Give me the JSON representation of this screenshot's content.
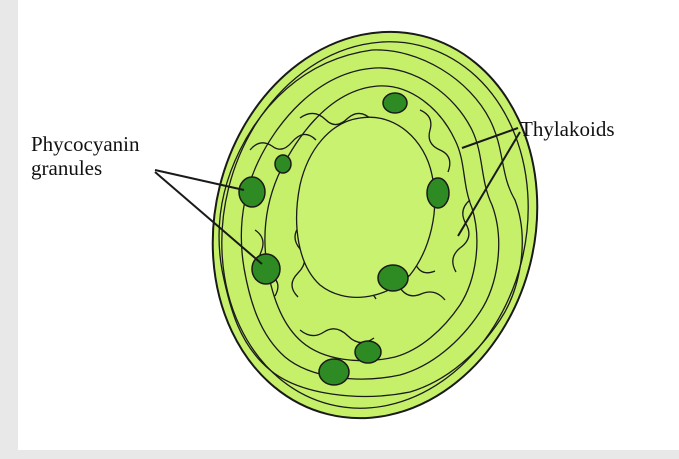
{
  "labels": {
    "phycocyanin_line1": "Phycocyanin",
    "phycocyanin_line2": "granules",
    "thylakoids": "Thylakoids"
  },
  "colors": {
    "cell_fill": "#c6f06a",
    "inner_fill": "#c8f270",
    "granule_fill": "#2e8b24",
    "outline": "#1a1a1a",
    "background_border": "#e8e8e8"
  }
}
